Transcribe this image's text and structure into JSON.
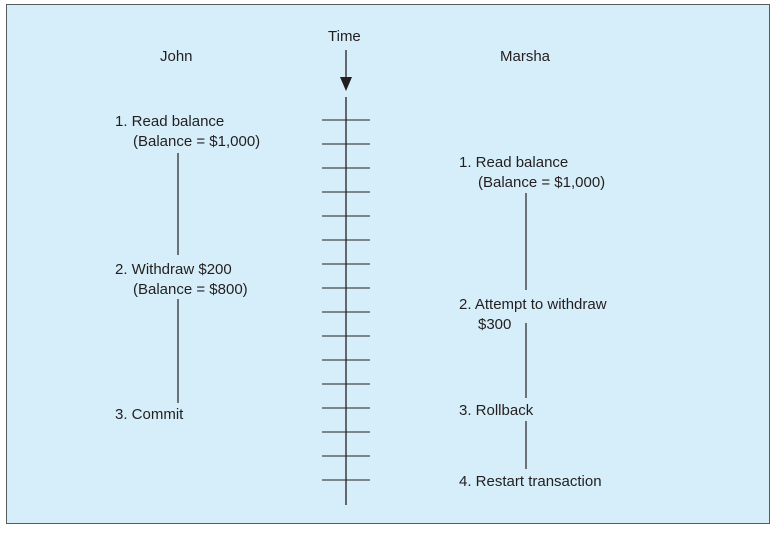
{
  "header": {
    "time_label": "Time",
    "john_label": "John",
    "marsha_label": "Marsha"
  },
  "john": {
    "step1_line1": "1. Read balance",
    "step1_line2": "(Balance = $1,000)",
    "step2_line1": "2. Withdraw $200",
    "step2_line2": "(Balance = $800)",
    "step3": "3. Commit"
  },
  "marsha": {
    "step1_line1": "1. Read balance",
    "step1_line2": "(Balance = $1,000)",
    "step2_line1": "2. Attempt to withdraw",
    "step2_line2": "$300",
    "step3": "3. Rollback",
    "step4": "4. Restart transaction"
  },
  "colors": {
    "background": "#d6eef9",
    "line": "#231f20",
    "border": "#5a5a5a"
  }
}
